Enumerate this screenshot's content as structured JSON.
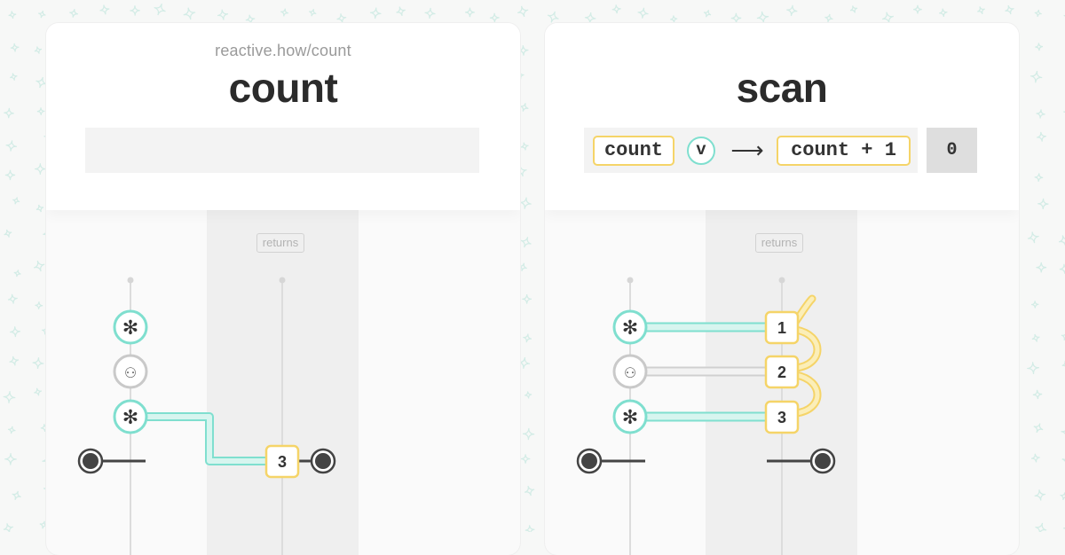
{
  "panels": [
    {
      "id": "count",
      "caption": "reactive.how/count",
      "title": "count",
      "returns_label": "returns",
      "input_events": [
        "✻",
        "⚇",
        "✻"
      ],
      "output_events": [
        "3"
      ]
    },
    {
      "id": "scan",
      "caption": "",
      "title": "scan",
      "returns_label": "returns",
      "accumulator_fn": {
        "acc": "count",
        "value": "v",
        "arrow": "⟶",
        "expression": "count + 1",
        "seed": "0"
      },
      "input_events": [
        "✻",
        "⚇",
        "✻"
      ],
      "output_events": [
        "1",
        "2",
        "3"
      ]
    }
  ],
  "colors": {
    "teal": "#7fdfcf",
    "teal_fill": "#d7f5ef",
    "yellow": "#f5d468",
    "grey_ring": "#c9c9c9",
    "completion": "#444444"
  }
}
